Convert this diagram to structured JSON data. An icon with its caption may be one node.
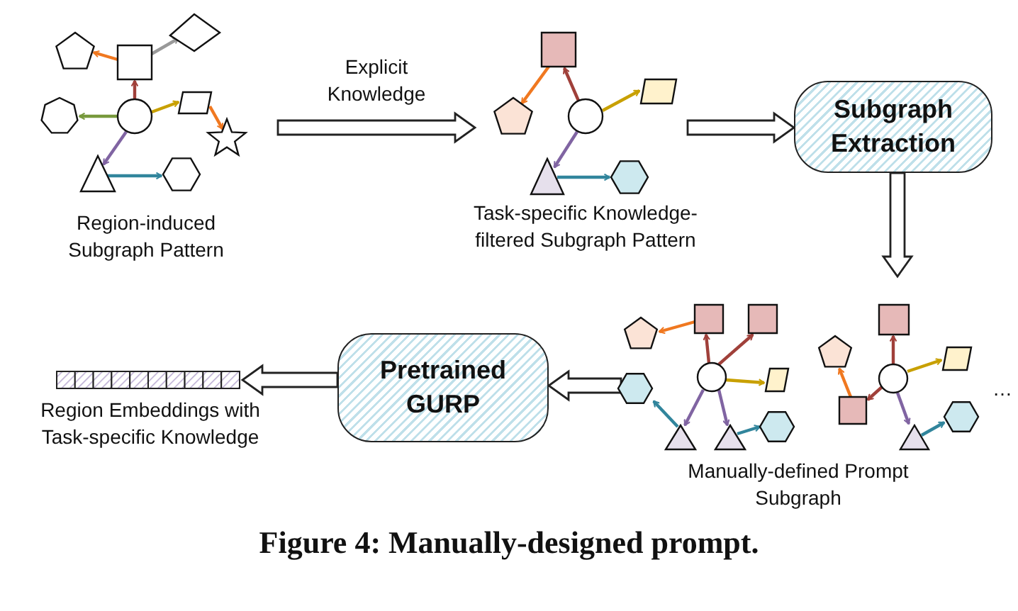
{
  "diagram": {
    "caption": "Figure 4: Manually-designed prompt.",
    "nodes": [
      {
        "text": [],
        "shape": "picture",
        "beside": [
          "Region-induced Subgraph Pattern"
        ]
      },
      {
        "text": [],
        "shape": "picture",
        "beside": [
          "Task-specific Knowledge-filtered Subgraph Pattern"
        ]
      },
      {
        "text": [
          "Subgraph Extraction"
        ]
      },
      {
        "text": [],
        "shape": "picture",
        "beside": [
          "Manually-defined Prompt Subgraph"
        ]
      },
      {
        "text": [
          "Pretrained GURP"
        ]
      },
      {
        "text": [],
        "shape": "bar",
        "beside": [
          "Region Embeddings with Task-specific Knowledge"
        ]
      }
    ],
    "edges": [
      {
        "from": 0,
        "to": 1,
        "arrow": "to",
        "label": "Explicit Knowledge"
      },
      {
        "from": 1,
        "to": 2,
        "arrow": "to"
      },
      {
        "from": 2,
        "to": 3,
        "arrow": "to"
      },
      {
        "from": 3,
        "to": 4,
        "arrow": "to"
      },
      {
        "from": 4,
        "to": 5,
        "arrow": "to"
      }
    ],
    "labels": [
      "…"
    ]
  }
}
